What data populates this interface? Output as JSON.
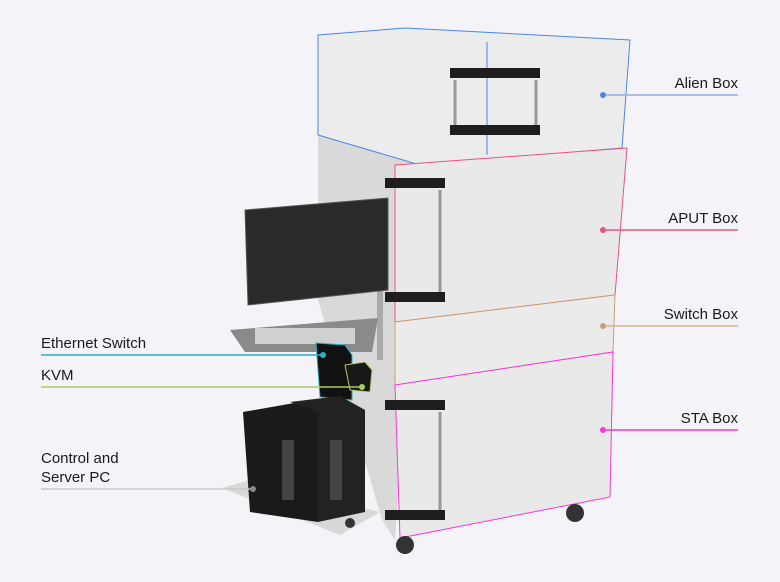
{
  "labels": {
    "alien_box": "Alien Box",
    "aput_box": "APUT Box",
    "switch_box": "Switch Box",
    "sta_box": "STA Box",
    "ethernet_switch": "Ethernet Switch",
    "kvm": "KVM",
    "control_pc_line1": "Control and",
    "control_pc_line2": "Server PC"
  },
  "colors": {
    "alien_box": "#4a86e8",
    "aput_box": "#f0507e",
    "switch_box": "#c9a070",
    "sta_box": "#ff33dd",
    "ethernet_switch": "#2ab0c8",
    "kvm": "#a8cc60",
    "control_pc": "#c8c8cc"
  }
}
